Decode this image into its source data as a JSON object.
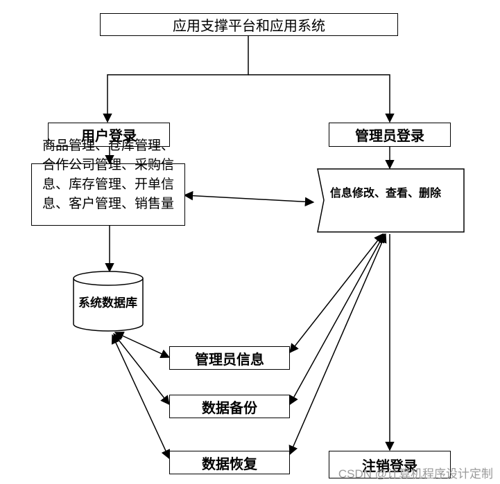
{
  "top": {
    "title": "应用支撑平台和应用系统"
  },
  "user_login": {
    "label": "用户登录"
  },
  "admin_login": {
    "label": "管理员登录"
  },
  "modules": {
    "text": "商品管理、仓库管理、合作公司管理、采购信息、库存管理、开单信息、客户管理、销售量"
  },
  "info_ops": {
    "label": "信息修改、查看、删除"
  },
  "database": {
    "label": "系统数据库"
  },
  "admin_info": {
    "label": "管理员信息"
  },
  "backup": {
    "label": "数据备份"
  },
  "restore": {
    "label": "数据恢复"
  },
  "logout": {
    "label": "注销登录"
  },
  "watermark": {
    "text": "CSDN @计算机程序设计定制"
  },
  "colors": {
    "line": "#000000",
    "watermark": "#9a9a9a"
  }
}
